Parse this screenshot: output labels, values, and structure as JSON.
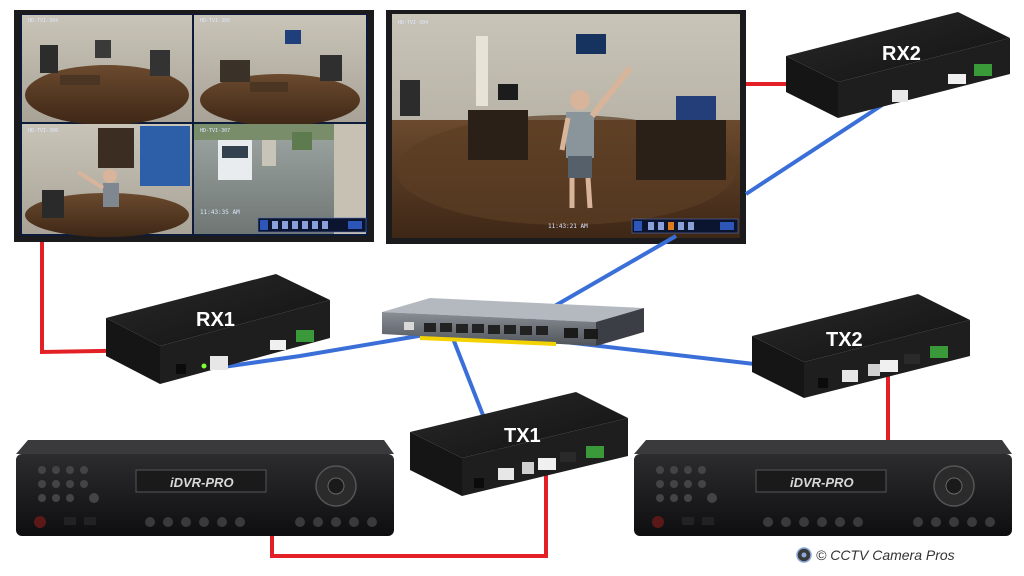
{
  "devices": {
    "rx1": {
      "label": "RX1"
    },
    "rx2": {
      "label": "RX2"
    },
    "tx1": {
      "label": "TX1"
    },
    "tx2": {
      "label": "TX2"
    }
  },
  "dvr_left": {
    "brand": "iDVR-PRO"
  },
  "dvr_right": {
    "brand": "iDVR-PRO"
  },
  "monitor_left": {
    "layout": "quad-view",
    "cameras": [
      "HD-TVI-304",
      "HD-TVI-305",
      "HD-TVI-306",
      "HD-TVI-307"
    ],
    "timestamp": "11:43:35 AM"
  },
  "monitor_right": {
    "layout": "single-view",
    "camera": "HD-TVI-304",
    "timestamp": "11:43:21 AM"
  },
  "colors": {
    "hdmi_cable": "#e32026",
    "network_cable": "#3a6fd8"
  },
  "credit": "© CCTV Camera Pros"
}
